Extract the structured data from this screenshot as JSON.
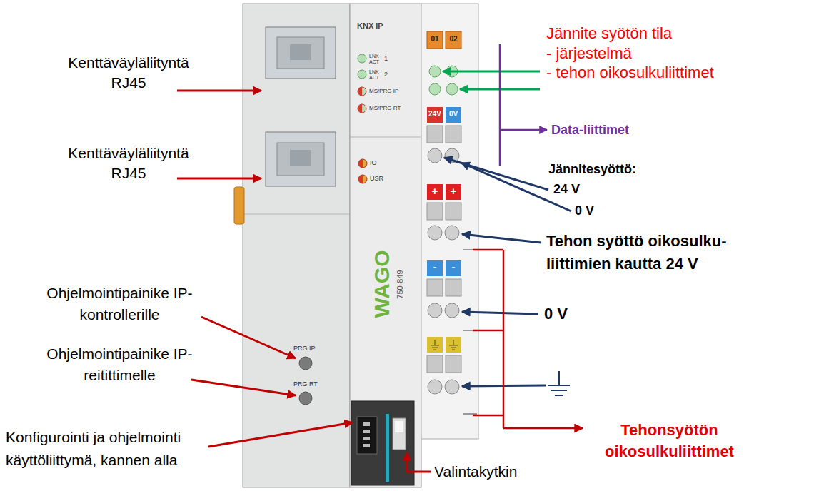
{
  "diagram": {
    "labels": [
      "Kenttäväyläliityntä RJ45",
      "Kenttäväyläliityntä RJ45",
      "KNX IP",
      "LNK ACT",
      "1",
      "LNK ACT",
      "2",
      "MS/PRG IP",
      "MS/PRG RT",
      "IO",
      "USR",
      "WAGO",
      "750-849",
      "PRG IP",
      "PRG RT",
      "01",
      "02",
      "24V",
      "0V",
      "+",
      "+",
      "-",
      "-",
      "Jännite syötön tila",
      "- järjestelmä",
      "- tehon oikosulkuliittimet",
      "Data-liittimet",
      "Jännitesyöttö:",
      "24 V",
      "0 V",
      "Tehon syöttö oikosulku- liittimien kautta 24 V",
      "0 V",
      "Tehonsyötön oikosulkuliittimet",
      "Ohjelmointipainike IP-kontrollerille",
      "Ohjelmointipainike IP-reitittimelle",
      "Konfigurointi ja ohjelmointi käyttöliittymä, kannen alla",
      "Valintakytkin"
    ]
  }
}
